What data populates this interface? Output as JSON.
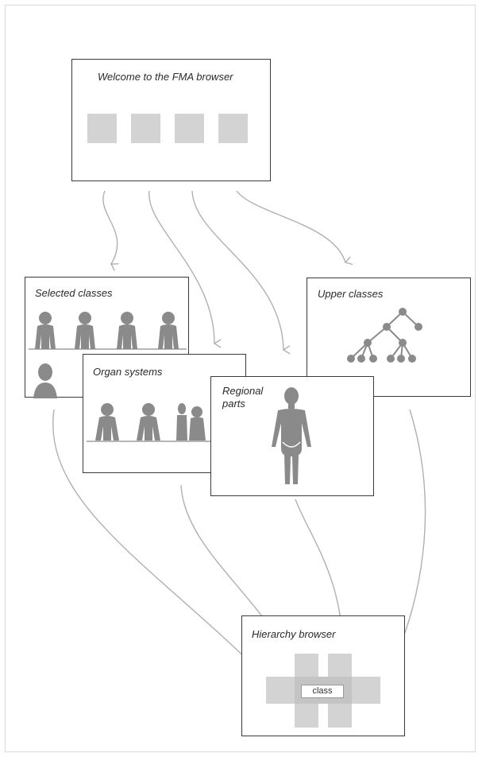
{
  "panels": {
    "welcome": {
      "title": "Welcome to the FMA browser"
    },
    "selected": {
      "title": "Selected classes"
    },
    "organ": {
      "title": "Organ systems"
    },
    "regional": {
      "title": "Regional\nparts"
    },
    "upper": {
      "title": "Upper classes"
    },
    "hierarchy": {
      "title": "Hierarchy browser",
      "center_label": "class"
    }
  },
  "colors": {
    "panel_border": "#3a3a3a",
    "connector": "#b0b0b0",
    "figure_fill": "#8a8a8a",
    "thumbnail_fill": "#d3d3d3"
  },
  "icons": [
    "human-figure-icon",
    "tree-diagram-icon",
    "thumbnail-icon"
  ]
}
